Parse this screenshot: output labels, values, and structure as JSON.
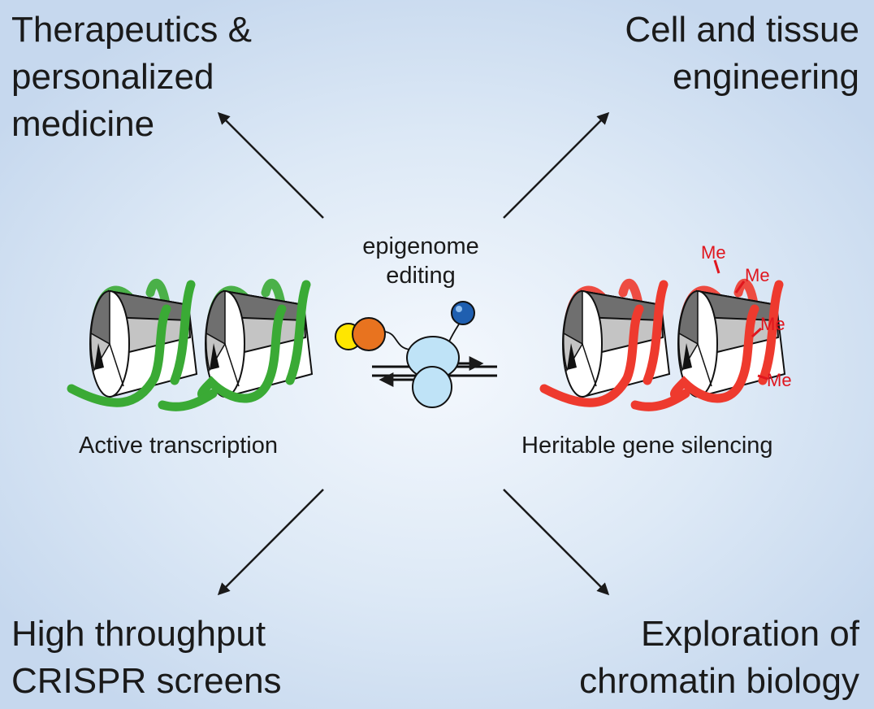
{
  "corners": {
    "top_left": [
      "Therapeutics &",
      "personalized",
      "medicine"
    ],
    "top_right": [
      "Cell and tissue",
      "engineering"
    ],
    "bottom_left": [
      "High throughput",
      "CRISPR screens"
    ],
    "bottom_right": [
      "Exploration of",
      "chromatin biology"
    ]
  },
  "center": {
    "lines": [
      "epigenome",
      "editing"
    ]
  },
  "left_panel": {
    "label": "Active transcription"
  },
  "right_panel": {
    "label": "Heritable gene silencing",
    "marks": [
      "Me",
      "Me",
      "Me",
      "Me"
    ]
  },
  "colors": {
    "active_dna": "#3aaa35",
    "silenced_dna": "#ee3a2e",
    "methyl_text": "#e0161e",
    "protein": "#bfe3f7",
    "effector_orange": "#e8731f",
    "effector_yellow": "#ffe600",
    "effector_blue": "#1f5fb0"
  }
}
